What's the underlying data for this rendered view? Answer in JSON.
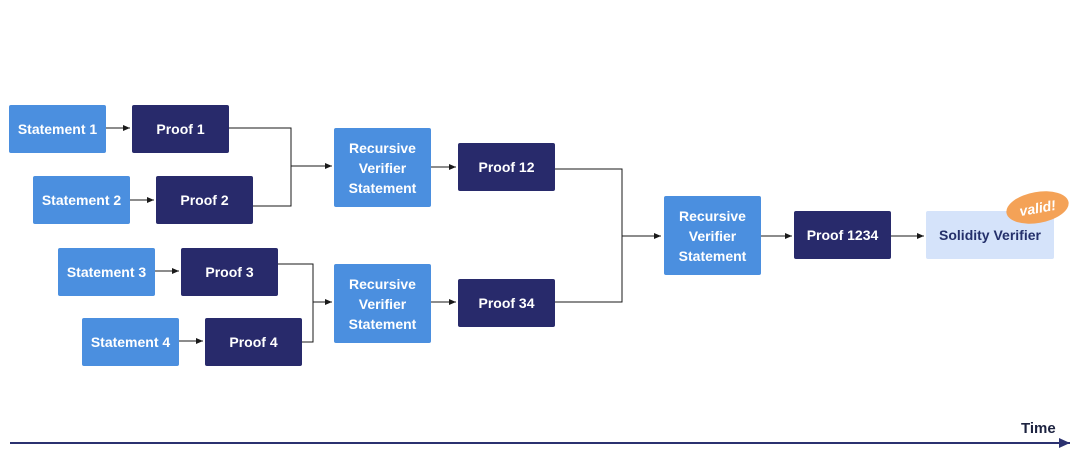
{
  "colors": {
    "statement": "#4b8fdf",
    "proof": "#282a6b",
    "verifier_bg": "#d5e3fa",
    "badge": "#f4a257",
    "timeline": "#2b3170"
  },
  "statements": [
    "Statement 1",
    "Statement 2",
    "Statement 3",
    "Statement 4"
  ],
  "proofs": [
    "Proof 1",
    "Proof 2",
    "Proof 3",
    "Proof 4"
  ],
  "recursive_verifiers": {
    "top": "Recursive Verifier Statement",
    "bottom": "Recursive Verifier Statement",
    "final": "Recursive Verifier Statement"
  },
  "merged_proofs": {
    "p12": "Proof 12",
    "p34": "Proof 34",
    "p1234": "Proof 1234"
  },
  "solidity_verifier": "Solidity Verifier",
  "badge": "valid!",
  "timeline": {
    "label": "Time"
  }
}
